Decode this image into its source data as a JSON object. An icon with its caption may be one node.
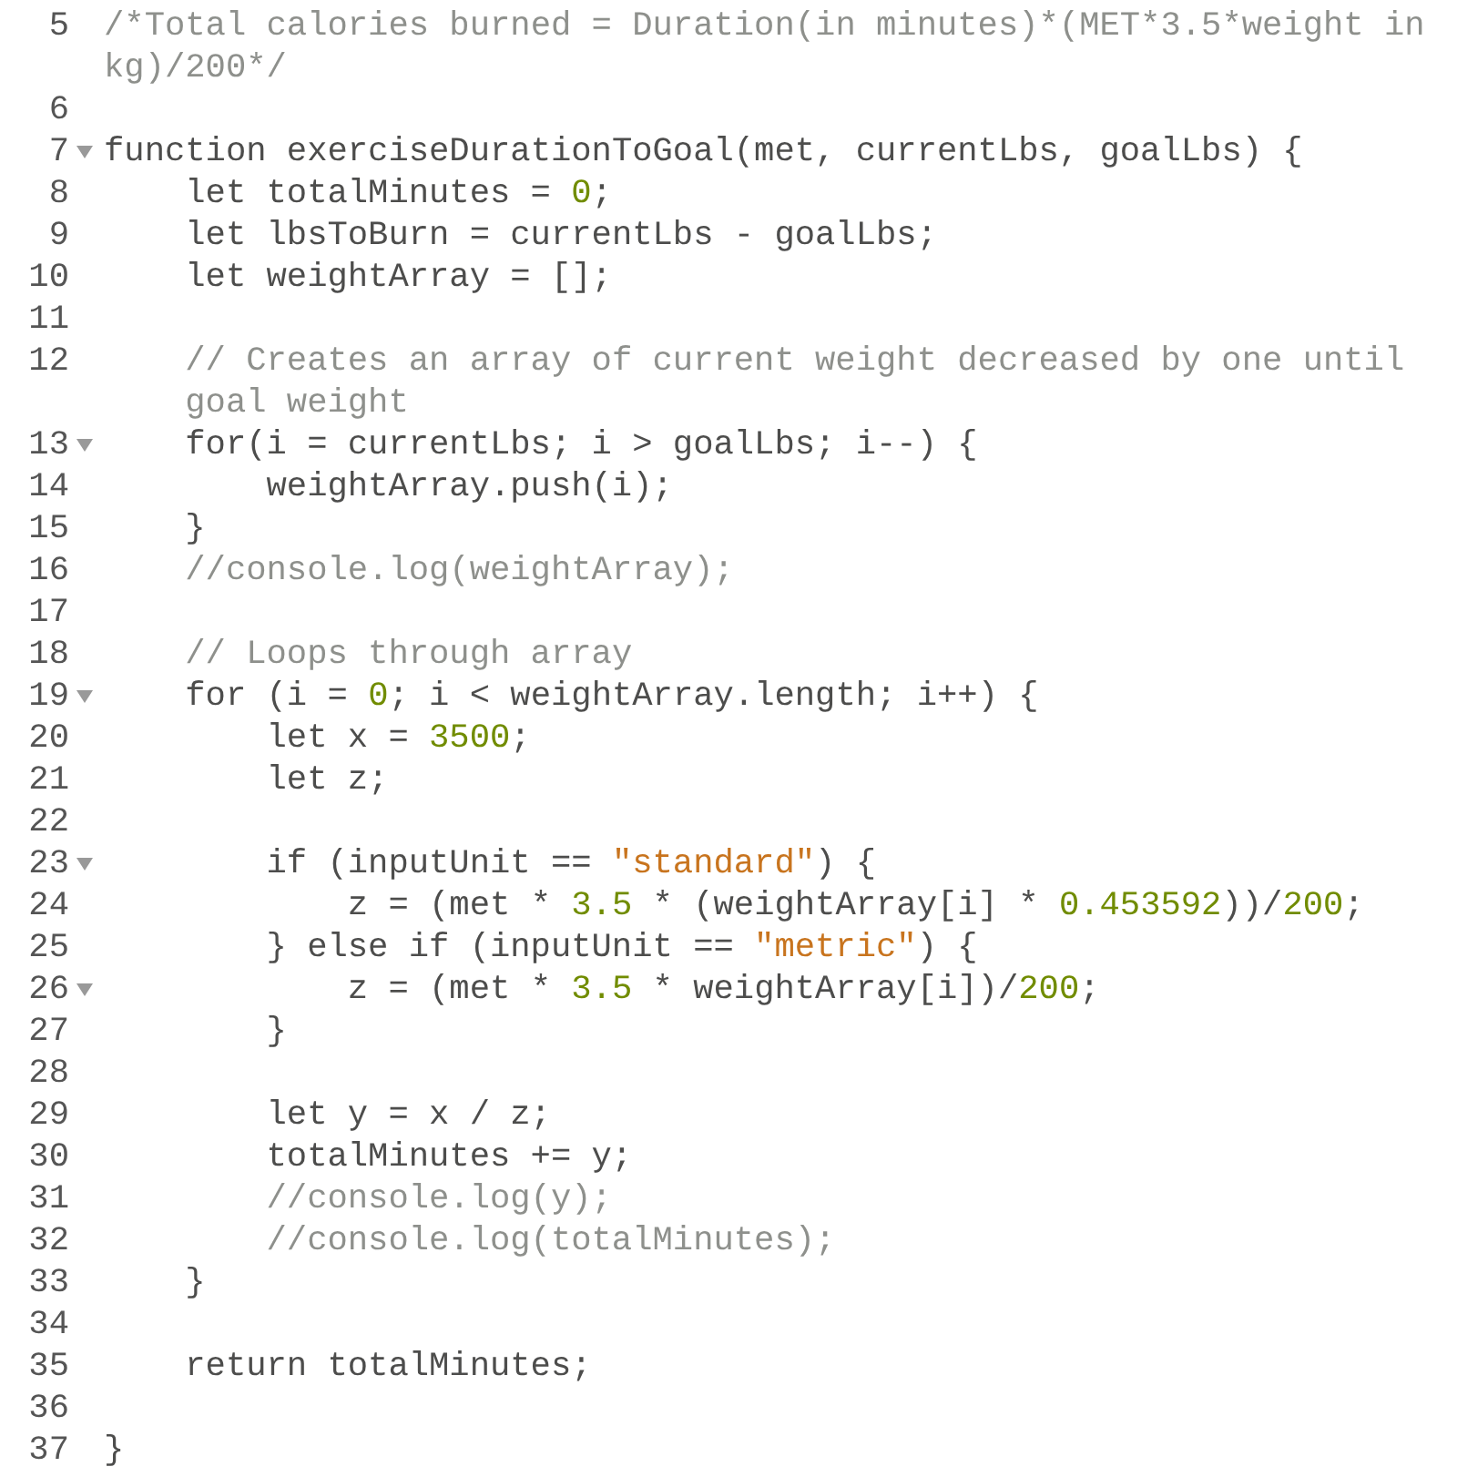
{
  "diagram": {
    "labels": [
      "5",
      "/*Total calories burned = Duration(in minutes)*(MET*3.5*weight in kg)/200*/",
      "6",
      "7",
      "function exerciseDurationToGoal(met, currentLbs, goalLbs) {",
      "8",
      "let totalMinutes = 0;",
      "9",
      "let lbsToBurn = currentLbs - goalLbs;",
      "10",
      "let weightArray = [];",
      "11",
      "12",
      "// Creates an array of current weight decreased by one until goal weight",
      "13",
      "for(i = currentLbs; i > goalLbs; i--) {",
      "14",
      "weightArray.push(i);",
      "15",
      "}",
      "16",
      "//console.log(weightArray);",
      "17",
      "18",
      "// Loops through array",
      "19",
      "for (i = 0; i < weightArray.length; i++) {",
      "20",
      "let x = 3500;",
      "21",
      "let z;",
      "22",
      "23",
      "if (inputUnit == \"standard\") {",
      "24",
      "z = (met * 3.5 * (weightArray[i] * 0.453592))/200;",
      "25",
      "} else if (inputUnit == \"metric\") {",
      "26",
      "z = (met * 3.5 * weightArray[i])/200;",
      "27",
      "}",
      "28",
      "29",
      "let y = x / z;",
      "30",
      "totalMinutes += y;",
      "31",
      "//console.log(y);",
      "32",
      "//console.log(totalMinutes);",
      "33",
      "}",
      "34",
      "35",
      "return totalMinutes;",
      "36",
      "37",
      "}"
    ]
  }
}
